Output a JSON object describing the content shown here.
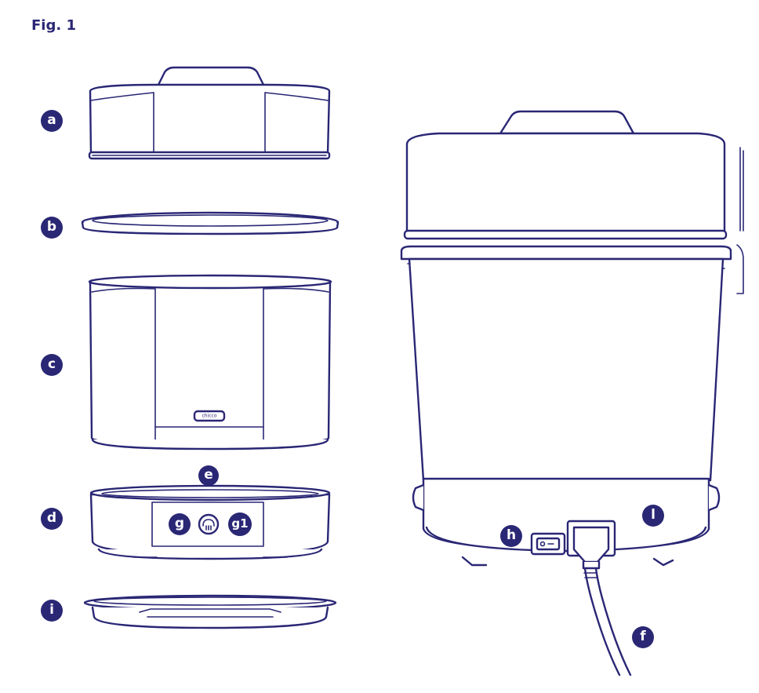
{
  "figure": {
    "title": "Fig. 1"
  },
  "labels": {
    "a": "a",
    "b": "b",
    "c": "c",
    "d": "d",
    "e": "e",
    "f": "f",
    "g": "g",
    "g1": "g1",
    "h": "h",
    "i": "i",
    "l": "l"
  },
  "brand_logo": "chicco",
  "colors": {
    "ink": "#2a2775",
    "background": "#ffffff"
  }
}
